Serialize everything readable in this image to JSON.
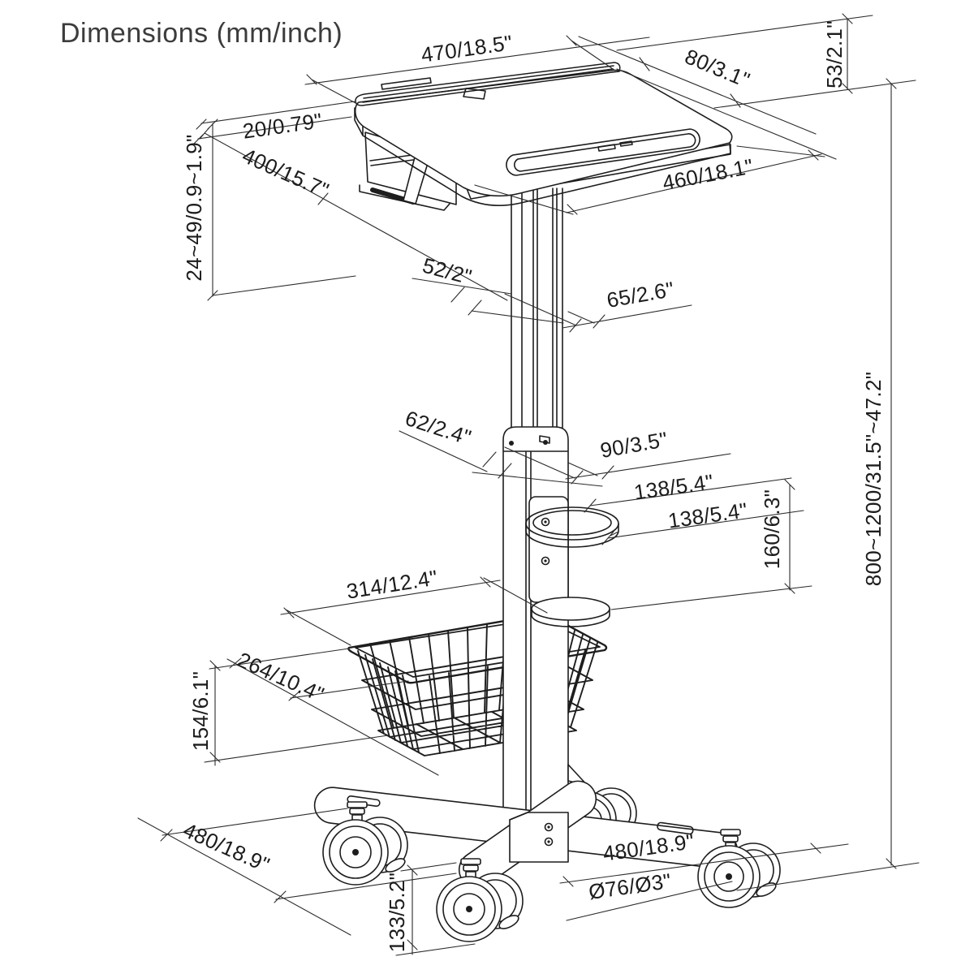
{
  "title": "Dimensions (mm/inch)",
  "colors": {
    "ink": "#1d1d1d",
    "dim_line": "#2b2b2b",
    "background": "#ffffff"
  },
  "labels": {
    "top_width": "470/18.5\"",
    "rear_rail_depth": "80/3.1\"",
    "rear_rail_height": "53/2.1\"",
    "tray_edge": "20/0.79\"",
    "tray_depth": "400/15.7\"",
    "tray_tilt_range": "24~49/0.9~1.9\"",
    "surface_front_width": "460/18.1\"",
    "inner_column_width": "52/2\"",
    "inner_column_depth": "65/2.6\"",
    "outer_column_width": "62/2.4\"",
    "outer_column_depth": "90/3.5\"",
    "cup_holder_offset_a": "138/5.4\"",
    "cup_holder_offset_b": "138/5.4\"",
    "cup_holder_drop": "160/6.3\"",
    "basket_width": "314/12.4\"",
    "basket_depth": "264/10.4\"",
    "basket_height": "154/6.1\"",
    "base_span_left": "480/18.9\"",
    "caster_clearance": "133/5.2\"",
    "base_span_right": "480/18.9\"",
    "caster_diameter": "Ø76/Ø3\"",
    "column_height_range": "800~1200/31.5\"~47.2\""
  }
}
